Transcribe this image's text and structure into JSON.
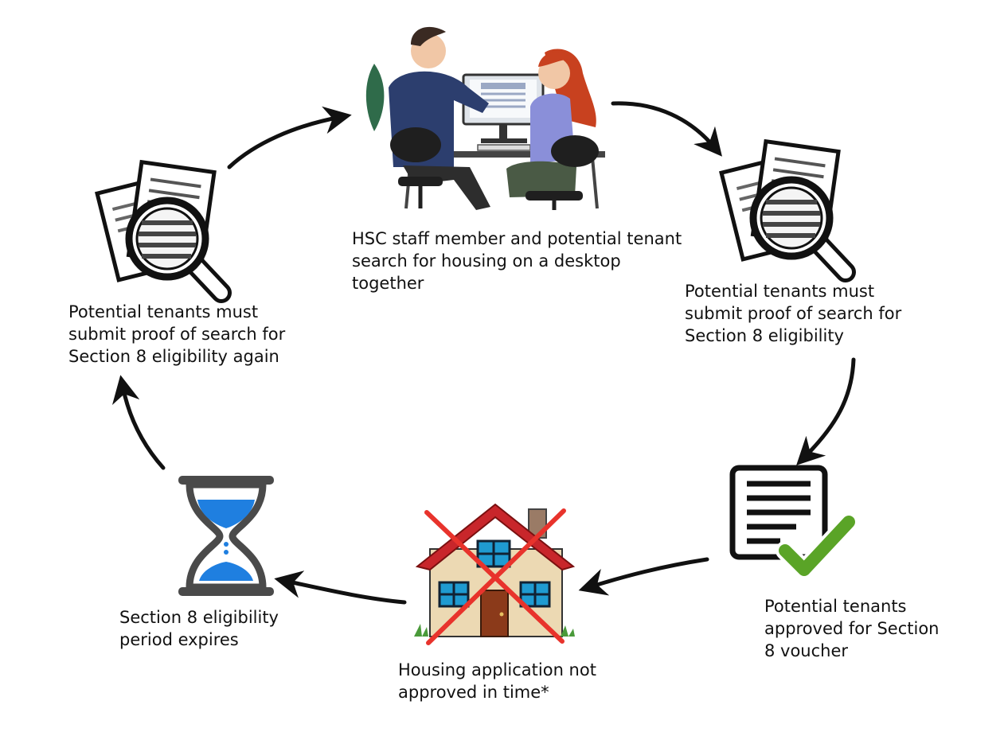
{
  "steps": [
    {
      "id": "staff",
      "icon": "staff-and-tenant-at-desktop-icon",
      "lines": [
        "HSC staff member and potential tenant",
        "search for housing on a desktop",
        "together"
      ]
    },
    {
      "id": "submit",
      "icon": "documents-magnifier-icon",
      "lines": [
        "Potential tenants must",
        "submit proof of search for",
        "Section 8 eligibility"
      ]
    },
    {
      "id": "approved",
      "icon": "document-checkmark-icon",
      "lines": [
        "Potential tenants",
        "approved for Section",
        "8 voucher"
      ]
    },
    {
      "id": "house",
      "icon": "house-crossed-out-icon",
      "lines": [
        "Housing application not",
        "approved in time*"
      ]
    },
    {
      "id": "expire",
      "icon": "hourglass-icon",
      "lines": [
        "Section 8 eligibility",
        "period expires"
      ]
    },
    {
      "id": "again",
      "icon": "documents-magnifier-icon",
      "lines": [
        "Potential tenants must",
        "submit proof of search for",
        "Section 8 eligibility again"
      ]
    }
  ],
  "colors": {
    "arrow": "#111111",
    "check": "#5aa427",
    "cross": "#e8332c",
    "roof": "#c8262b",
    "house_wall": "#ecd9b3",
    "window": "#1f9bd1",
    "door": "#8b3a1a",
    "hourglass_sand": "#1f7fe0",
    "hourglass_frame": "#4a4a4a",
    "shirt_man": "#2c3e6e",
    "shirt_woman": "#8a8fd9",
    "hair_woman": "#c8411f"
  }
}
